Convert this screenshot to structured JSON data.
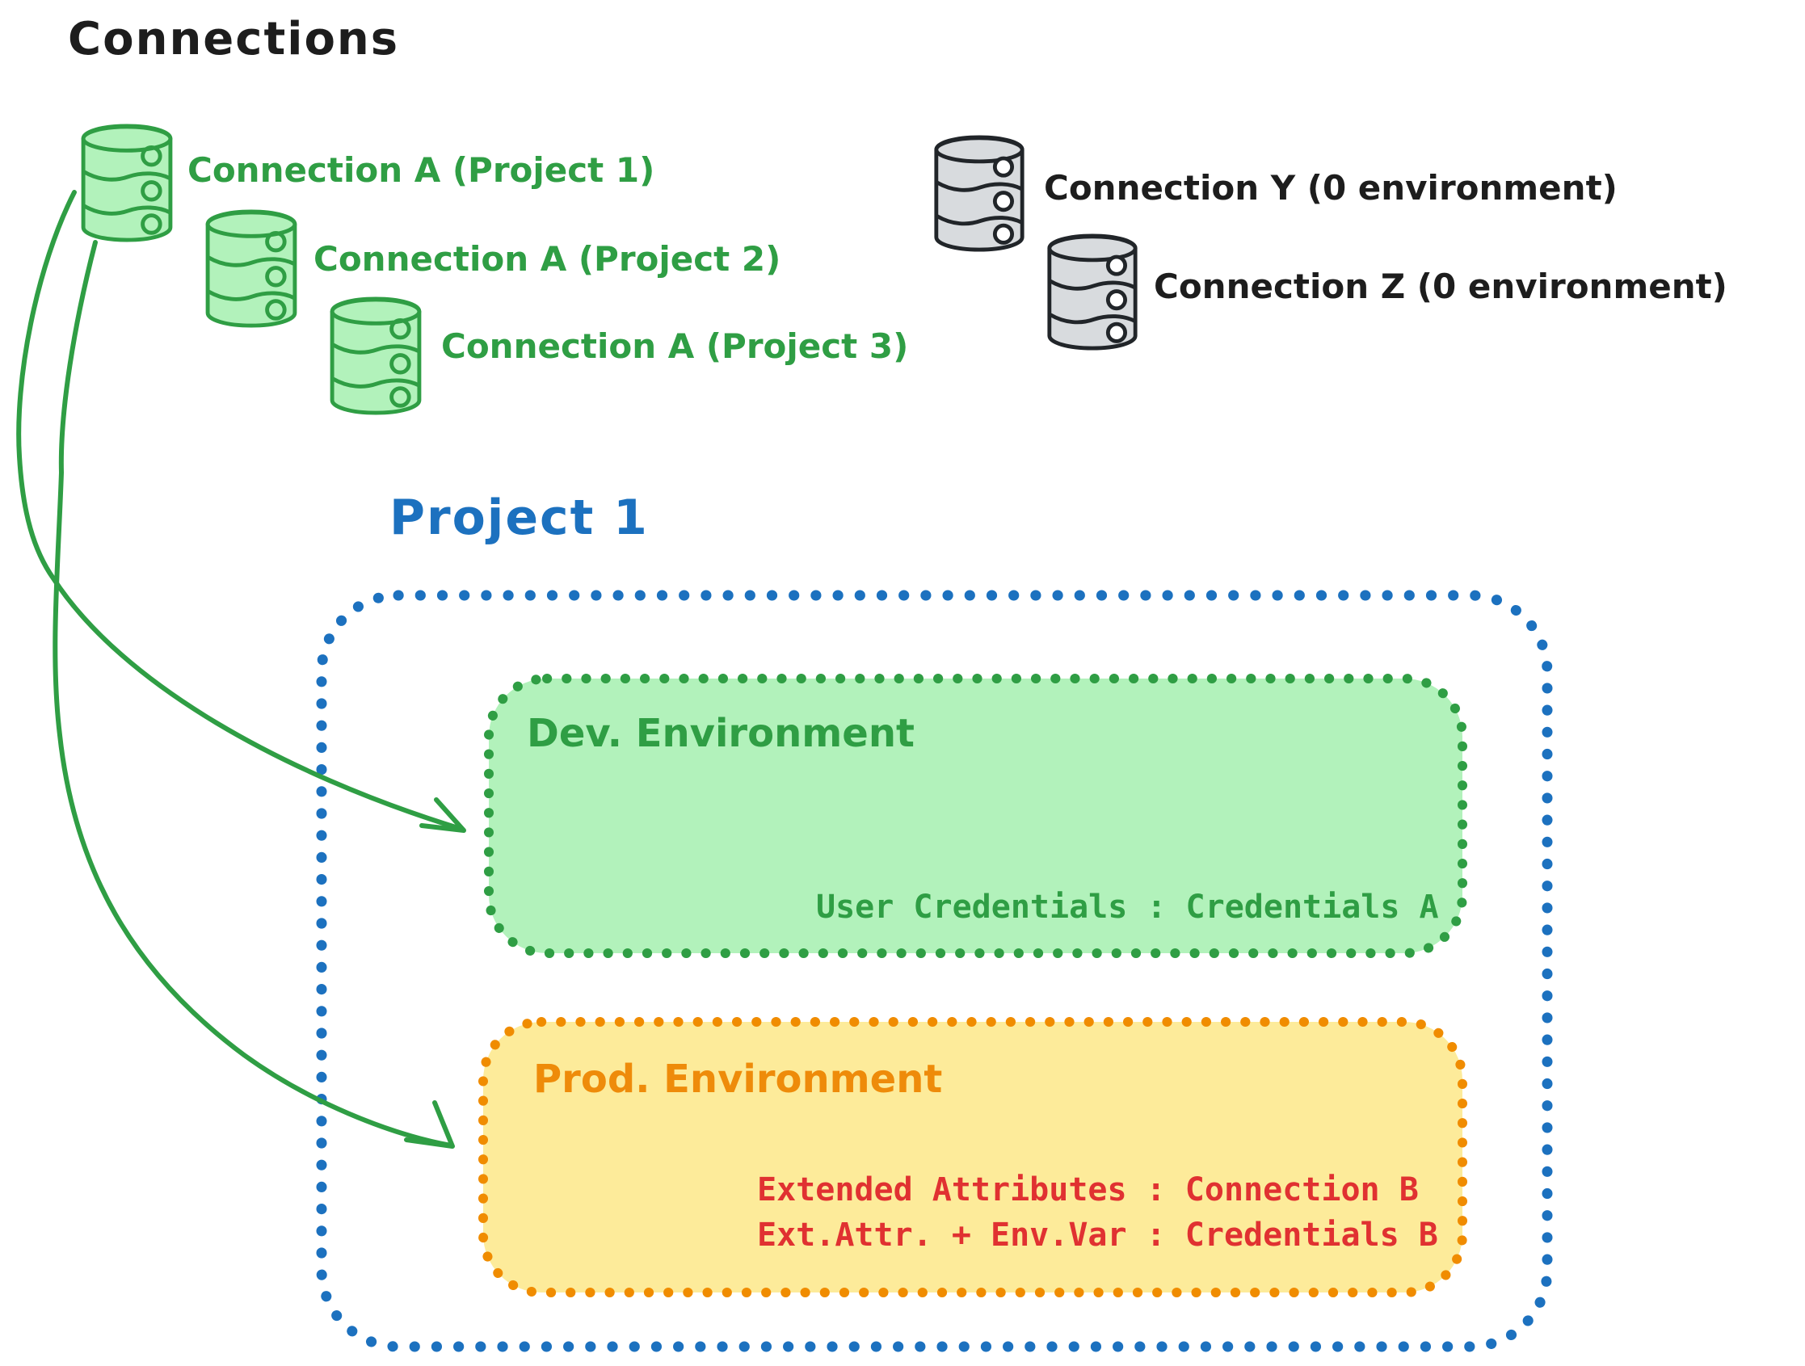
{
  "diagram_title": "Connections",
  "palette": {
    "green_stroke": "#2f9e44",
    "green_fill": "#b2f2bb",
    "blue_stroke": "#1c71bf",
    "orange_stroke": "#f08c00",
    "yellow_fill": "#fdeb9a",
    "red_text": "#e03131",
    "gray_fill": "#d8dbde",
    "ink": "#1d1d1d"
  },
  "connections": {
    "project_scoped": [
      {
        "label": "Connection A (Project 1)",
        "icon": "database-icon",
        "color": "green"
      },
      {
        "label": "Connection A (Project 2)",
        "icon": "database-icon",
        "color": "green"
      },
      {
        "label": "Connection A (Project 3)",
        "icon": "database-icon",
        "color": "green"
      }
    ],
    "unassigned": [
      {
        "label": "Connection Y (0 environment)",
        "icon": "database-icon",
        "color": "gray"
      },
      {
        "label": "Connection Z (0 environment)",
        "icon": "database-icon",
        "color": "gray"
      }
    ]
  },
  "project": {
    "title": "Project 1",
    "dev_environment": {
      "title": "Dev. Environment",
      "mapping": "User Credentials : Credentials A"
    },
    "prod_environment": {
      "title": "Prod. Environment",
      "mappings": [
        "Extended Attributes : Connection B",
        "Ext.Attr. + Env.Var : Credentials B"
      ]
    }
  }
}
